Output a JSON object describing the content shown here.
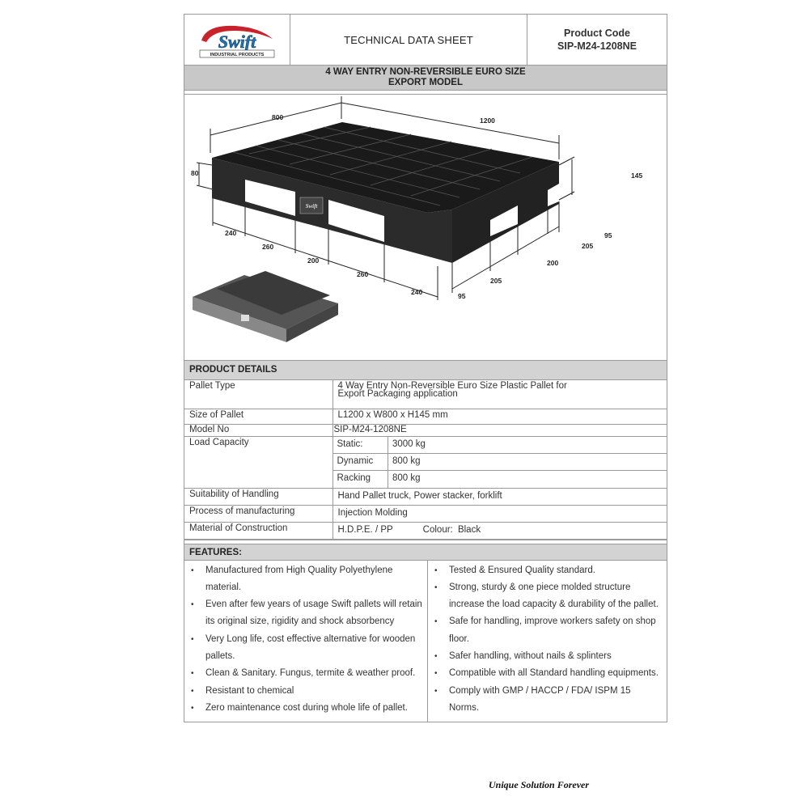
{
  "header": {
    "logo_text": "Swift",
    "logo_subtext": "INDUSTRIAL PRODUCTS",
    "title": "TECHNICAL DATA SHEET",
    "product_code_label": "Product Code",
    "product_code": "SIP-M24-1208NE"
  },
  "subtitle": {
    "line1": "4 WAY ENTRY NON-REVERSIBLE EURO SIZE",
    "line2": "EXPORT MODEL"
  },
  "diagram": {
    "dimensions": {
      "width_top": "800",
      "length_top": "1200",
      "height_left": "80",
      "height_right": "145",
      "front_1": "240",
      "front_2": "260",
      "front_3": "200",
      "front_4": "260",
      "front_5": "240",
      "front_corner": "95",
      "side_1": "205",
      "side_2": "200",
      "side_3": "205",
      "side_corner": "95"
    },
    "block_logo": "Swift"
  },
  "product_details": {
    "heading": "PRODUCT DETAILS",
    "rows": [
      {
        "label": "Pallet Type",
        "line1": "4 Way Entry Non-Reversible Euro Size Plastic Pallet for",
        "line2": "Export Packaging application"
      },
      {
        "label": "Size of Pallet",
        "value": "L1200 x W800 x H145 mm"
      },
      {
        "label": "Model No",
        "value": "SIP-M24-1208NE"
      },
      {
        "label": "Load Capacity",
        "sub": [
          {
            "k": "Static:",
            "v": "3000 kg"
          },
          {
            "k": "Dynamic",
            "v": "800 kg"
          },
          {
            "k": "Racking",
            "v": "800 kg"
          }
        ]
      },
      {
        "label": "Suitability of Handling",
        "value": "Hand Pallet truck, Power stacker, forklift"
      },
      {
        "label": "Process of manufacturing",
        "value": "Injection Molding"
      },
      {
        "label": "Material of Construction",
        "value": "H.D.P.E. / PP",
        "colour_label": "Colour:",
        "colour_value": "Black"
      }
    ]
  },
  "features": {
    "heading": "FEATURES:",
    "left": [
      "Manufactured from High Quality Polyethylene material.",
      "Even after few years of usage Swift pallets will retain its original size, rigidity and shock absorbency",
      "Very Long life, cost effective alternative for wooden pallets.",
      "Clean & Sanitary. Fungus, termite & weather proof.",
      "Resistant to chemical",
      "Zero maintenance cost during whole life of pallet."
    ],
    "right": [
      "Tested & Ensured Quality standard.",
      "Strong, sturdy & one piece molded structure increase the load capacity & durability of the pallet.",
      "Safe for handling, improve workers safety on shop floor.",
      "Safer handling, without nails & splinters",
      "Compatible with all Standard handling equipments.",
      "Comply with GMP / HACCP / FDA/ ISPM 15 Norms."
    ]
  },
  "footer": {
    "tagline": "Unique Solution Forever"
  },
  "colors": {
    "logo_red": "#c8222a",
    "logo_blue": "#1f74b5",
    "section_grey": "#d3d3d3",
    "subtitle_grey": "#c8c8c8",
    "border": "#9a9a9a"
  }
}
